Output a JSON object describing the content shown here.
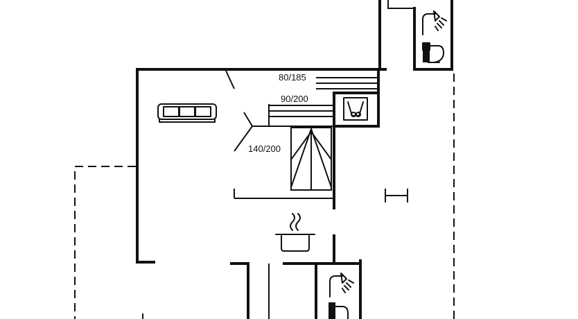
{
  "bed_labels": {
    "bunk_upper": "80/185",
    "bunk_lower": "90/200",
    "double": "140/200"
  },
  "icons": [
    "sofa-icon",
    "washing-machine-icon",
    "shower-icon",
    "toilet-icon",
    "cooking-pot-icon"
  ],
  "colors": {
    "lines": "#111111",
    "background": "#ffffff"
  }
}
